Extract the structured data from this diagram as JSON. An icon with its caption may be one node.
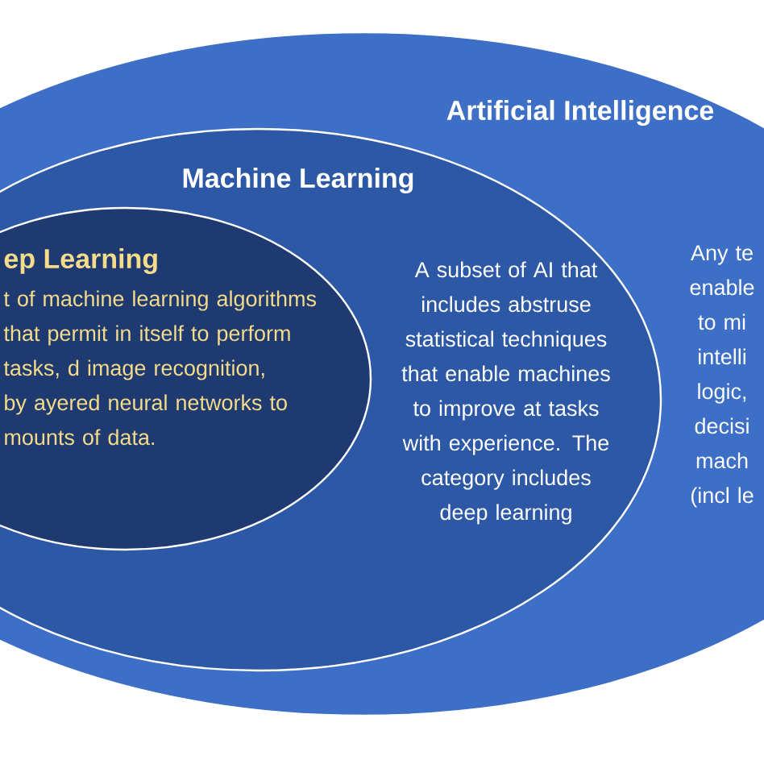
{
  "diagram": {
    "nodes": [
      {
        "text": [
          "Artificial Intelligence",
          "Any te enable to mi intelli logic, decisi mach (incl le"
        ]
      },
      {
        "text": [
          "Machine Learning",
          "A subset of AI that includes abstruse statistical techniques that enable machines to improve at tasks with experience. The category includes deep learning"
        ],
        "in": 0
      },
      {
        "text": [
          "ep Learning",
          "t of machine learning algorithms that permit in itself to perform tasks, d image recognition, by ayered neural networks to mounts of data."
        ],
        "in": 1
      }
    ]
  }
}
